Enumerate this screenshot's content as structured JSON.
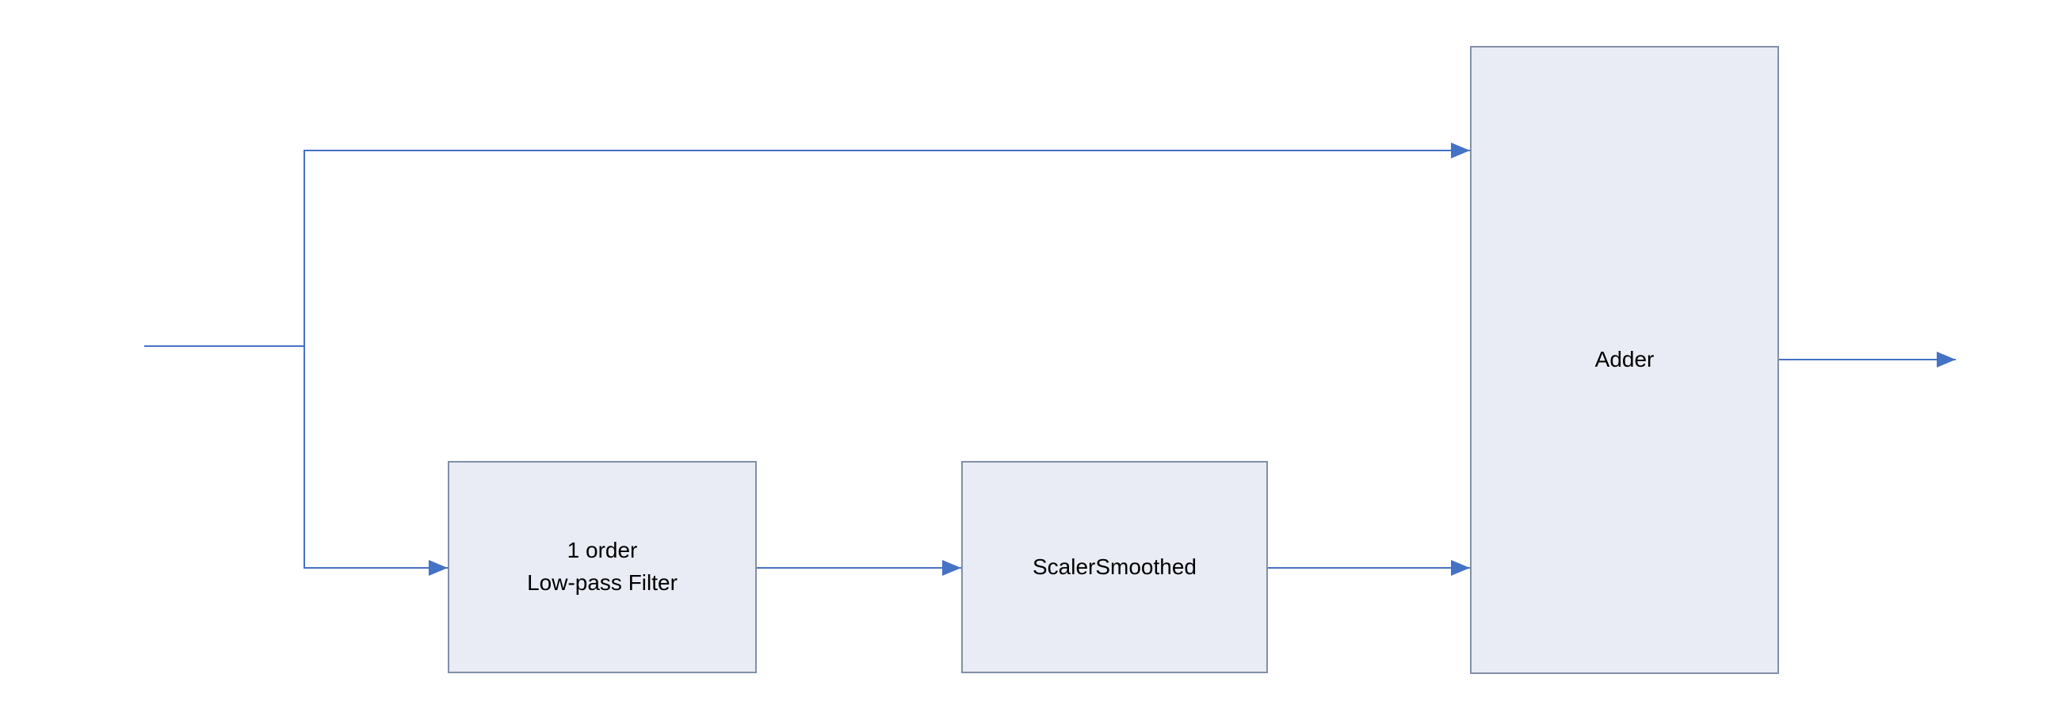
{
  "diagram": {
    "blocks": {
      "lowpass": {
        "label_line1": "1 order",
        "label_line2": "Low-pass Filter"
      },
      "scaler": {
        "label": "ScalerSmoothed"
      },
      "adder": {
        "label": "Adder"
      }
    },
    "colors": {
      "block_fill": "#e9ecf5",
      "block_border": "#8090a8",
      "connector": "#4472c4",
      "text": "#000000",
      "background": "#ffffff"
    }
  }
}
